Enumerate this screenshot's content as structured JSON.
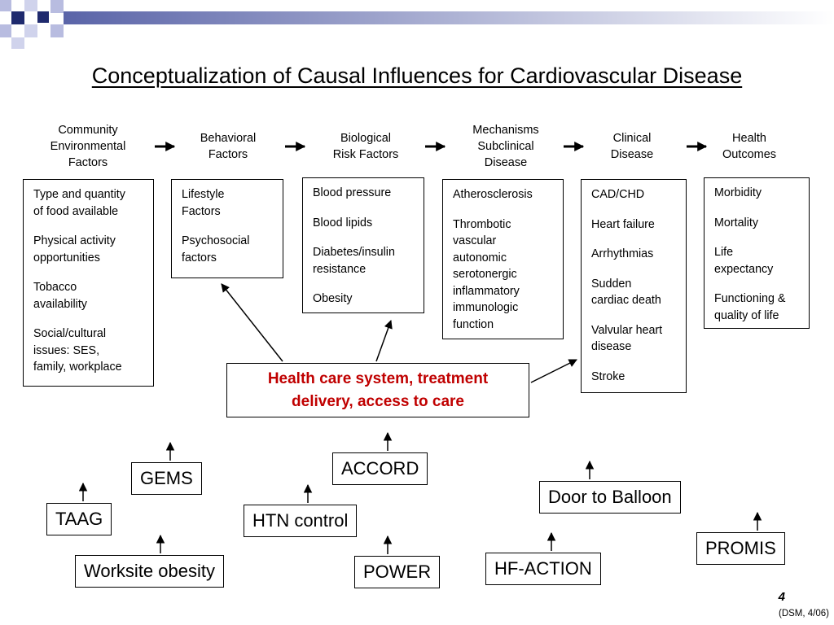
{
  "title": "Conceptualization of Causal Influences for Cardiovascular Disease",
  "headers": [
    "Community\nEnvironmental\nFactors",
    "Behavioral\nFactors",
    "Biological\nRisk Factors",
    "Mechanisms\nSubclinical\nDisease",
    "Clinical\nDisease",
    "Health\nOutcomes"
  ],
  "boxes": [
    [
      "Type and quantity\nof food available",
      "Physical activity\nopportunities",
      "Tobacco\navailability",
      "Social/cultural\nissues: SES,\nfamily, workplace"
    ],
    [
      "Lifestyle\nFactors",
      "Psychosocial\nfactors"
    ],
    [
      "Blood pressure",
      "Blood lipids",
      "Diabetes/insulin\nresistance",
      "Obesity"
    ],
    [
      "Atherosclerosis",
      "Thrombotic\nvascular\nautonomic\nserotonergic\ninflammatory\nimmunologic\nfunction"
    ],
    [
      "CAD/CHD",
      "Heart failure",
      "Arrhythmias",
      "Sudden\ncardiac death",
      "Valvular heart\ndisease",
      "Stroke"
    ],
    [
      "Morbidity",
      "Mortality",
      "Life\nexpectancy",
      "Functioning &\nquality of life"
    ]
  ],
  "health_care_box": "Health care system, treatment\ndelivery, access to care",
  "studies": {
    "gems": "GEMS",
    "taag": "TAAG",
    "worksite": "Worksite obesity",
    "htn": "HTN control",
    "accord": "ACCORD",
    "power": "POWER",
    "door": "Door to Balloon",
    "hfaction": "HF-ACTION",
    "promis": "PROMIS"
  },
  "page_number": "4",
  "footnote": "(DSM, 4/06)",
  "colors": {
    "emphasis": "#c00000",
    "deco_navy": "#1f2a6e",
    "deco_light": "#b8bce0"
  }
}
